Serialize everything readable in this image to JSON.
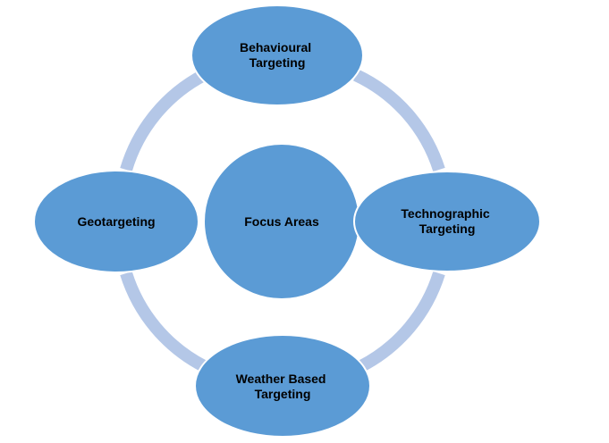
{
  "colors": {
    "node_fill": "#5b9bd5",
    "node_stroke": "#ffffff",
    "ring": "#b4c7e7",
    "text": "#000000",
    "background": "#ffffff"
  },
  "diagram": {
    "center": {
      "label_lines": [
        "Focus Areas"
      ]
    },
    "nodes": [
      {
        "id": "top",
        "label_lines": [
          "Behavioural",
          "Targeting"
        ]
      },
      {
        "id": "right",
        "label_lines": [
          "Technographic",
          "Targeting"
        ]
      },
      {
        "id": "bottom",
        "label_lines": [
          "Weather Based",
          "Targeting"
        ]
      },
      {
        "id": "left",
        "label_lines": [
          "Geotargeting"
        ]
      }
    ]
  }
}
